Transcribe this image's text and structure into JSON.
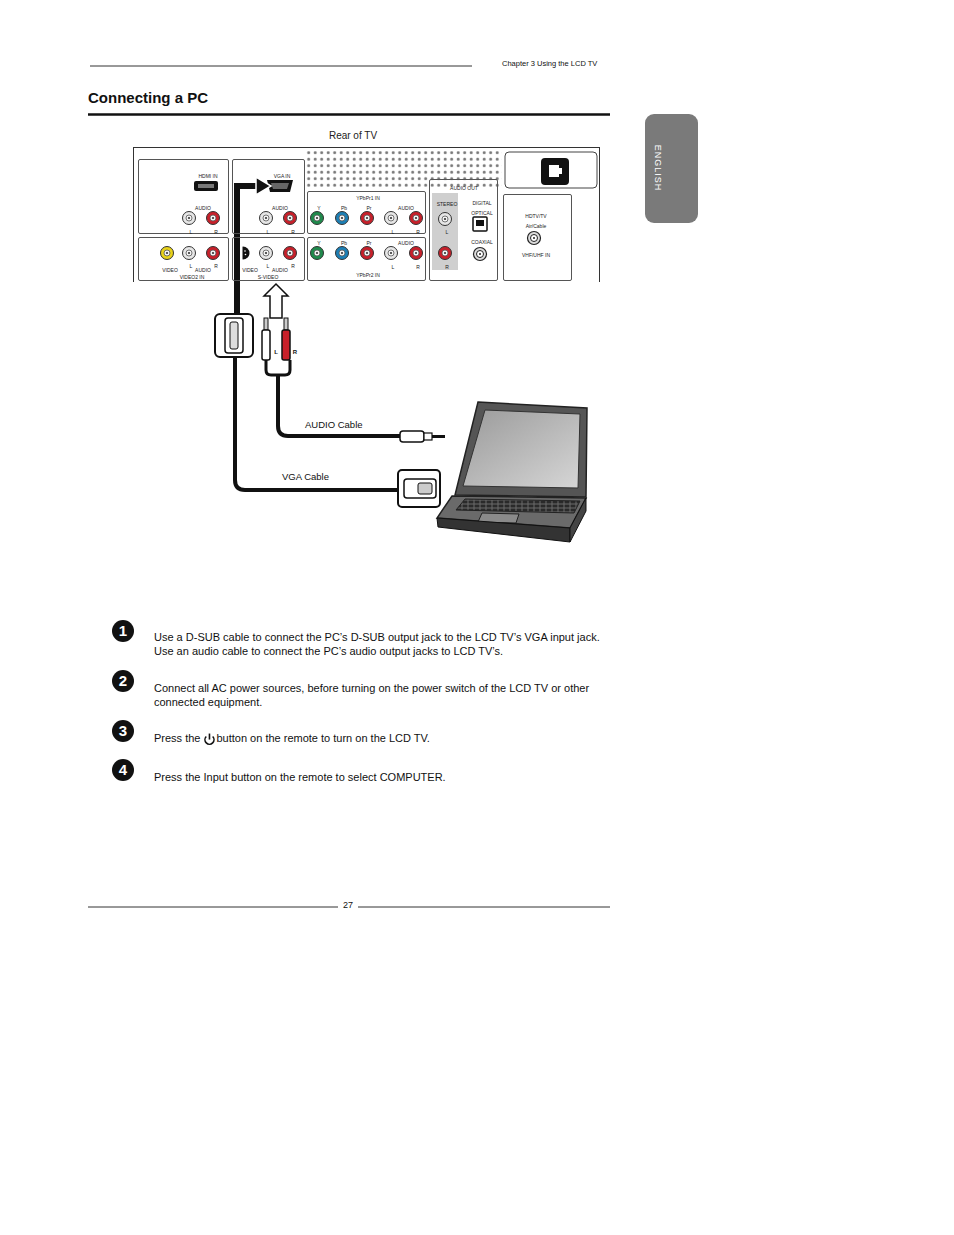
{
  "diagram": {
    "title": "Connecting a PC",
    "nodes": [
      {
        "text": [
          "Rear of TV"
        ]
      },
      {
        "text": [
          "HDMI IN",
          "AUDIO",
          "L",
          "R"
        ],
        "in": 0
      },
      {
        "text": [
          "VGA IN",
          "AUDIO",
          "L",
          "R"
        ],
        "in": 0
      },
      {
        "text": [
          "YPbPr1 IN",
          "Y",
          "Pb",
          "Pr",
          "AUDIO",
          "L",
          "R"
        ],
        "in": 0
      },
      {
        "text": [
          "AUDIO OUT",
          "STEREO",
          "L",
          "R",
          "DIGITAL",
          "OPTICAL",
          "COAXIAL"
        ],
        "in": 0
      },
      {
        "text": [
          "HDTV/TV",
          "Air/Cable",
          "VHF/UHF IN"
        ],
        "in": 0
      },
      {
        "text": [
          "VIDEO",
          "AUDIO",
          "L",
          "R",
          "VIDEO2 IN"
        ],
        "in": 0
      },
      {
        "text": [
          "VIDEO",
          "AUDIO",
          "L",
          "R",
          "S-VIDEO"
        ],
        "in": 0
      },
      {
        "text": [
          "Y",
          "Pb",
          "Pr",
          "AUDIO",
          "L",
          "R",
          "YPbPr2 IN"
        ],
        "in": 0
      }
    ],
    "labels": [
      "Chapter 3 Using the LCD TV",
      "L",
      "R",
      "AUDIO Cable",
      "VGA Cable",
      "1",
      "Use a D-SUB cable to connect the PC’s D-SUB output jack to the LCD TV’s VGA input jack. Use an audio cable to connect the PC’s audio output jacks to LCD TV’s.",
      "2",
      "Connect all AC power sources, before turning on the power switch of the LCD TV or other connected equipment.",
      "3",
      "Press the",
      "button on the remote to turn on the LCD TV.",
      "4",
      "Press the Input button on the remote to select COMPUTER.",
      "27",
      "ENGLISH"
    ]
  }
}
